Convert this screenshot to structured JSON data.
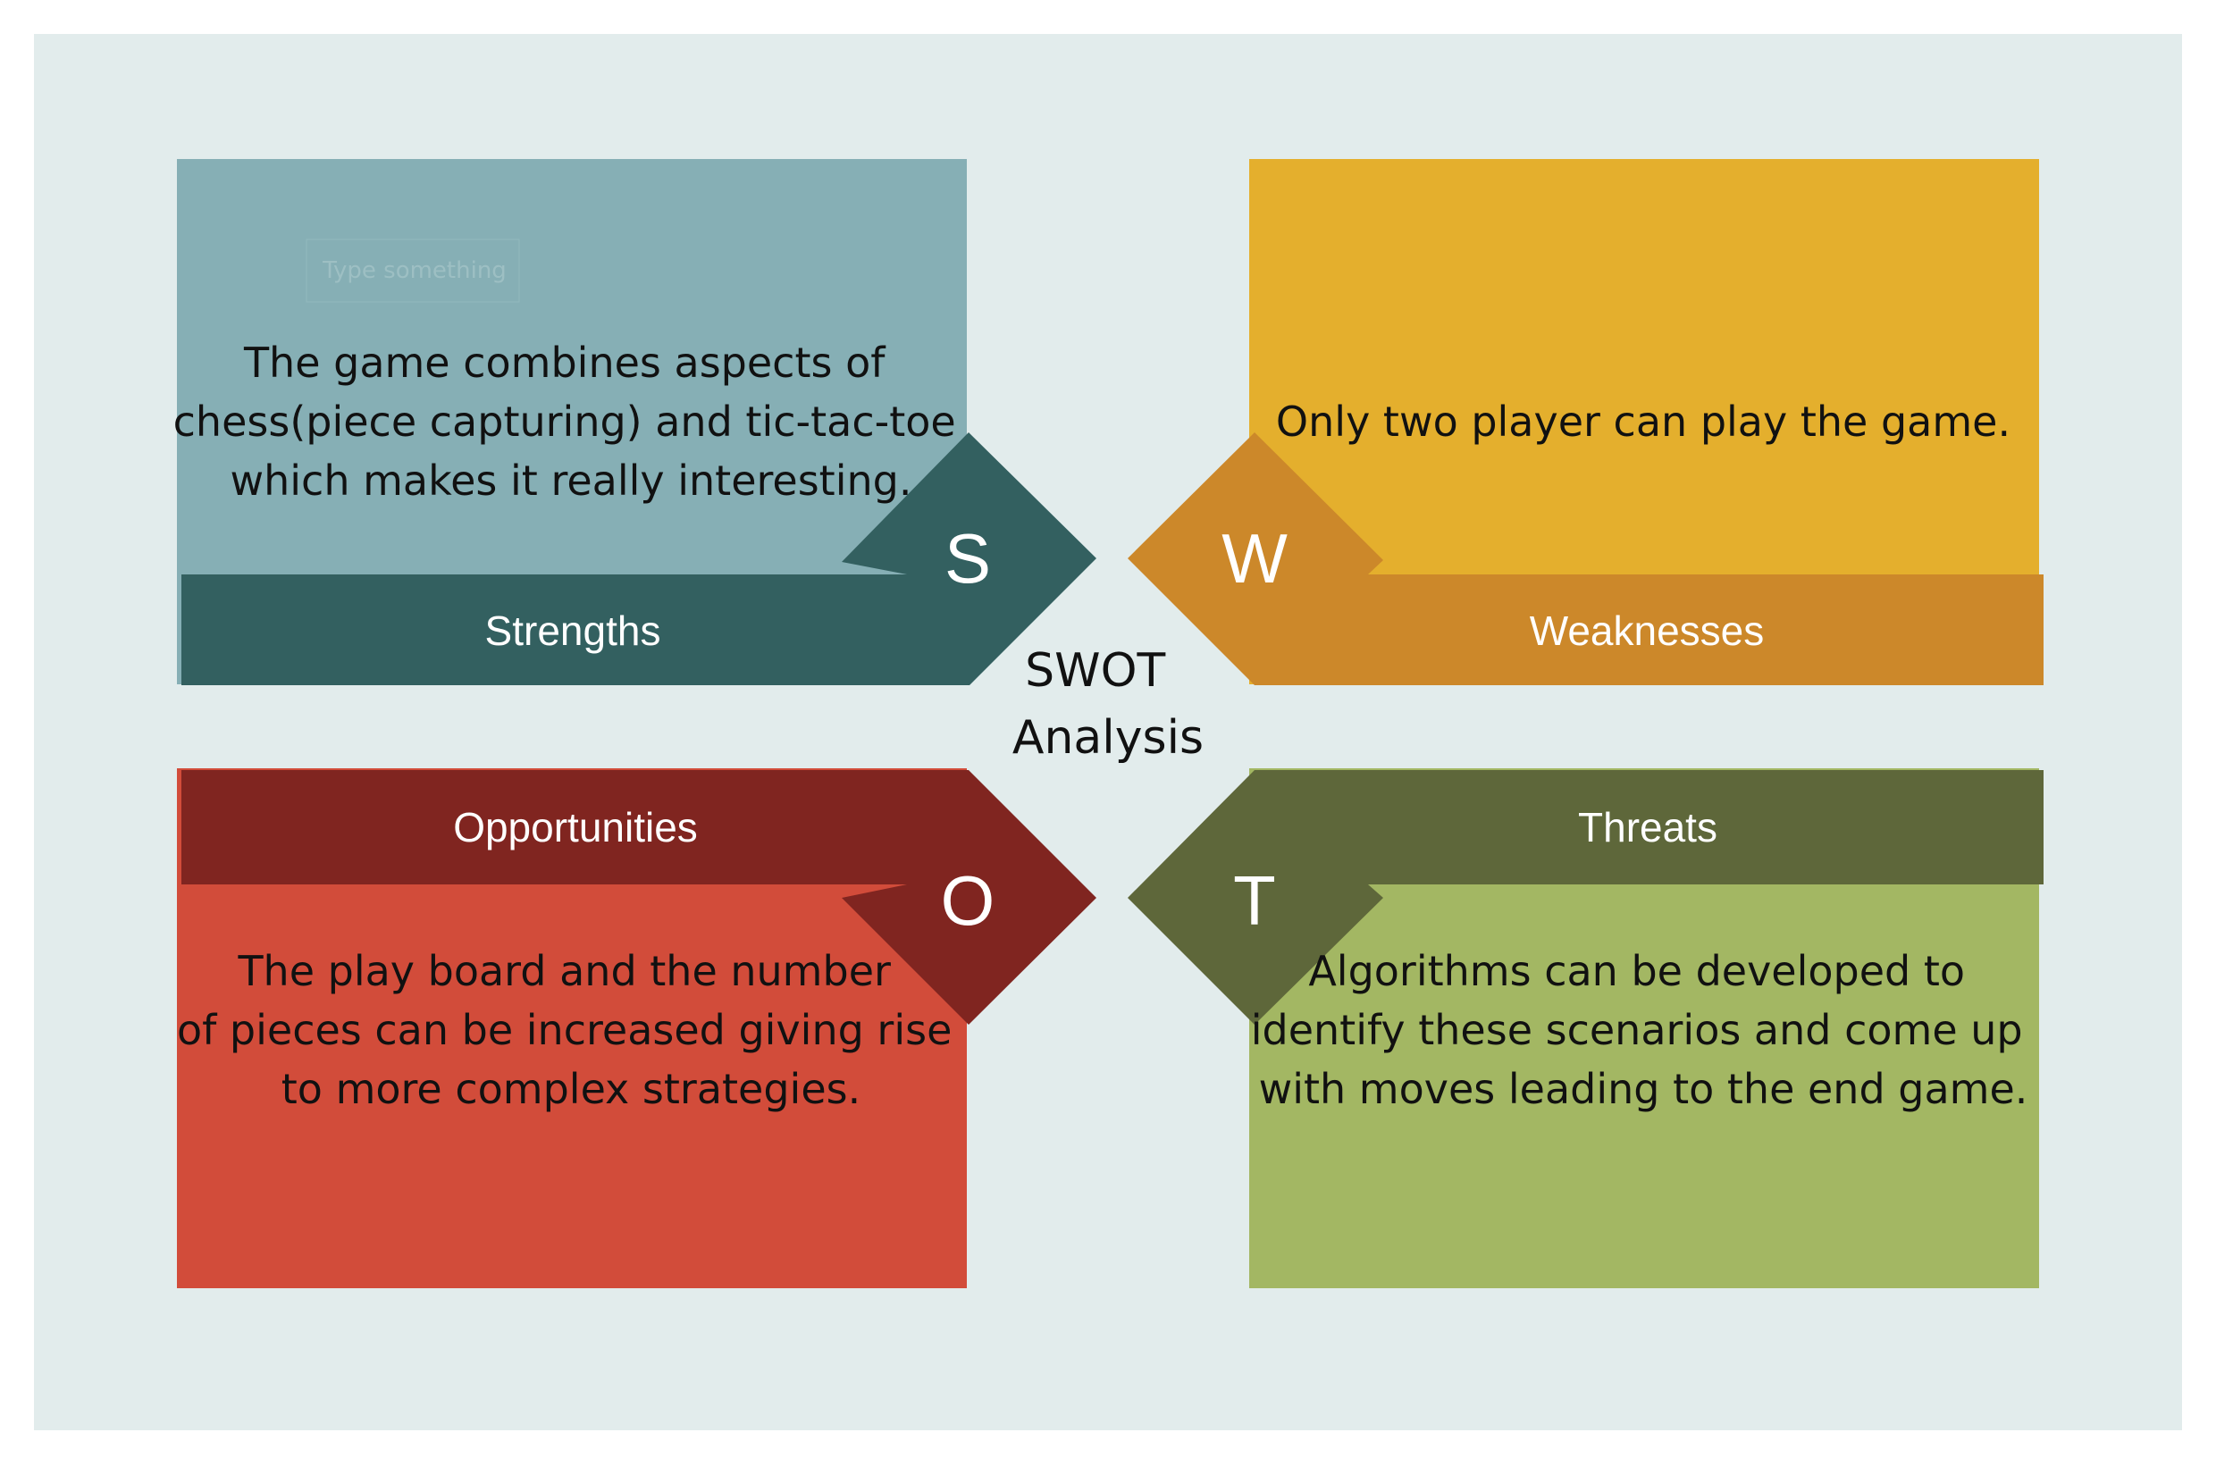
{
  "center_title": {
    "line1": "SWOT",
    "line2": "Analysis"
  },
  "placeholder": "Type something",
  "quadrants": [
    {
      "key": "strengths",
      "letter": "S",
      "label": "Strengths",
      "text_lines": [
        "The game combines aspects of",
        "chess(piece capturing) and tic-tac-toe",
        "which makes it really interesting."
      ],
      "colors": {
        "box": "#86AFB5",
        "band": "#336060"
      }
    },
    {
      "key": "weaknesses",
      "letter": "W",
      "label": "Weaknesses",
      "text_lines": [
        "Only two player can play the game."
      ],
      "colors": {
        "box": "#E4AF2D",
        "band": "#CC882A"
      }
    },
    {
      "key": "opportunities",
      "letter": "O",
      "label": "Opportunities",
      "text_lines": [
        "The play board and the number",
        "of pieces can be increased giving rise",
        "to more complex strategies."
      ],
      "colors": {
        "box": "#D24C3A",
        "band": "#802520"
      }
    },
    {
      "key": "threats",
      "letter": "T",
      "label": "Threats",
      "text_lines": [
        "Algorithms can be developed to",
        "identify these scenarios and come up",
        "with moves leading to the end game."
      ],
      "colors": {
        "box": "#A3B763",
        "band": "#5E673A"
      }
    }
  ],
  "colors": {
    "background": "#E2ECEC",
    "text": "#111111",
    "label_text": "#FFFFFF"
  }
}
